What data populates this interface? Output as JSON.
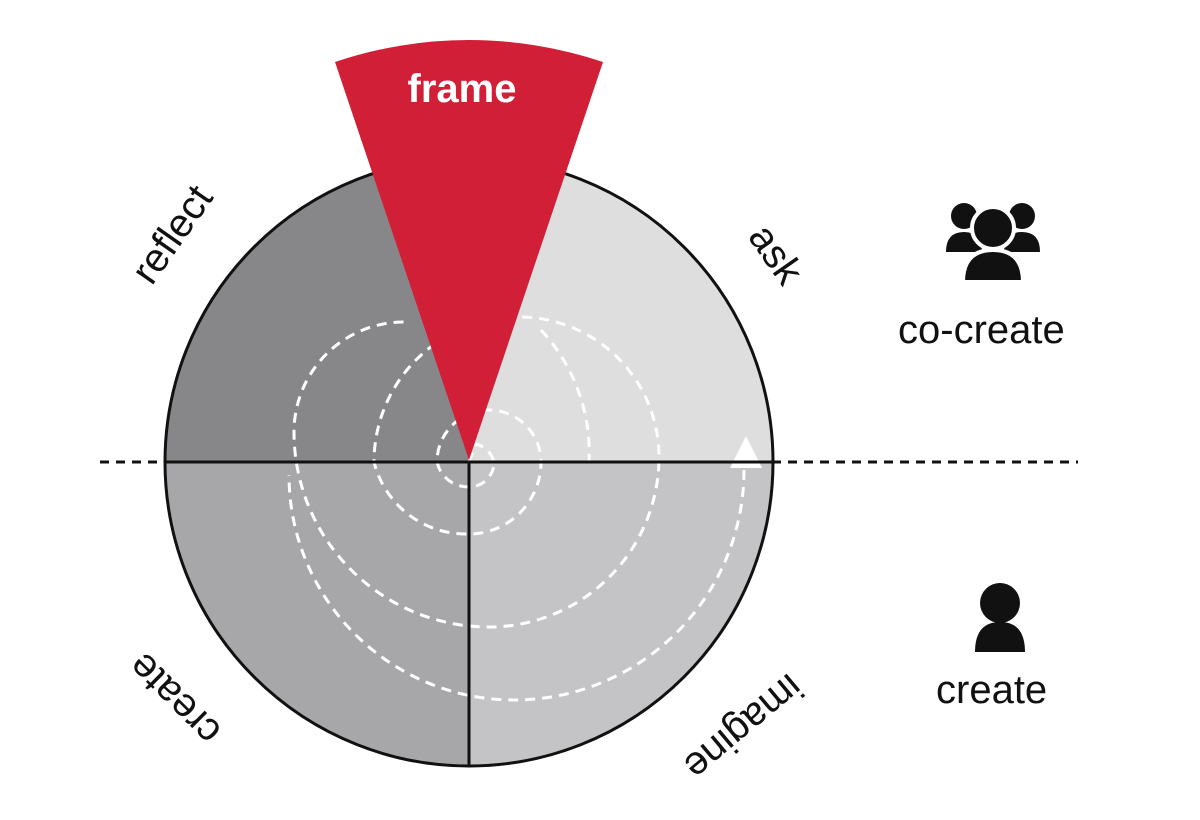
{
  "diagram": {
    "segments": {
      "frame": "frame",
      "reflect": "reflect",
      "ask": "ask",
      "create": "create",
      "imagine": "imagine"
    },
    "side": {
      "top_label": "co-create",
      "bottom_label": "create",
      "top_icon": "group-icon",
      "bottom_icon": "person-icon"
    },
    "colors": {
      "frame": "#d11f37",
      "reflect": "#87878a",
      "ask": "#dededf",
      "create": "#a7a7a9",
      "imagine": "#c4c4c6"
    }
  }
}
